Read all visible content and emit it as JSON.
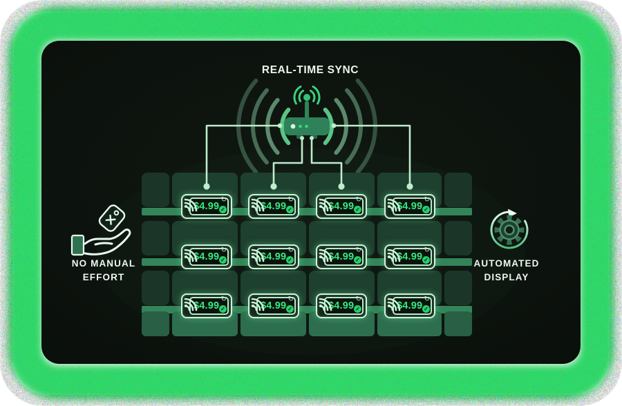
{
  "header": {
    "title": "REAL-TIME SYNC"
  },
  "callouts": {
    "left": {
      "label": "NO MANUAL EFFORT",
      "icon": "hand-tag-icon"
    },
    "right": {
      "label": "AUTOMATED DISPLAY",
      "icon": "gear-automation-icon"
    }
  },
  "price_tag": {
    "price": "$4.99",
    "count": 12,
    "status_icons": [
      "refresh-icon",
      "check-icon",
      "wifi-icon"
    ]
  },
  "shelf": {
    "rows": 3,
    "tags_per_row": 4
  },
  "network": {
    "hub": "router-icon",
    "links_to_tags": 4
  },
  "colors": {
    "frame_glow": "#2bdf68",
    "panel_bg": "#0c120d",
    "price_text": "#36ea7e",
    "tag_outline": "#cdf6da",
    "router_body": "#2e8158",
    "signal_arc": "#8fd9ad",
    "shelf_box": "#1e402e",
    "shelf_bar": "#348459",
    "base_row": "#2d6e4e",
    "label_text": "#f2f6f2"
  }
}
